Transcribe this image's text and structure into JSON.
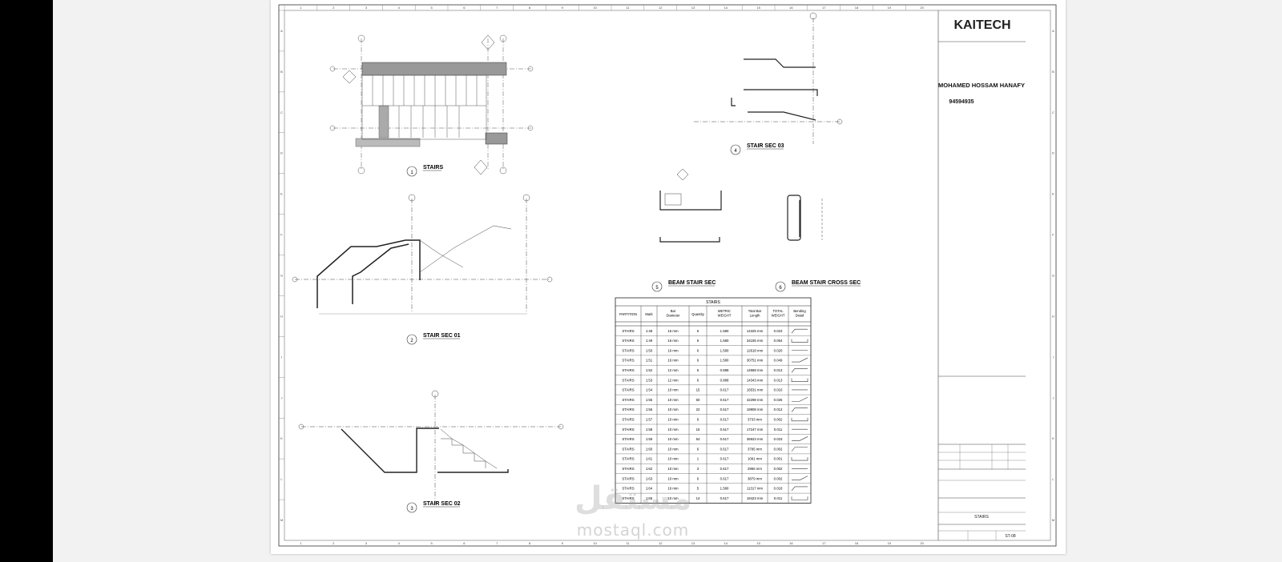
{
  "title_block": {
    "logo": "KAITECH",
    "author": "MOHAMED HOSSAM HANAFY",
    "id_number": "94594935",
    "sheet_name": "STAIRS",
    "sheet_number": "ST-08"
  },
  "views": [
    {
      "num": "1",
      "title": "STAIRS"
    },
    {
      "num": "2",
      "title": "STAIR SEC 01"
    },
    {
      "num": "3",
      "title": "STAIR SEC 02"
    },
    {
      "num": "4",
      "title": "STAIR SEC 03"
    },
    {
      "num": "5",
      "title": "BEAM STAIR SEC"
    },
    {
      "num": "6",
      "title": "BEAM STAIR CROSS SEC"
    }
  ],
  "schedule": {
    "title": "STAIRS",
    "headers": [
      "PARTITION",
      "Mark",
      "Bar Diameter",
      "Quantity",
      "METRIC WEIGHT",
      "Total Bar Length",
      "TOTAL WEIGHT",
      "Bending Detail"
    ],
    "rows": [
      [
        "STAIRS",
        "1:48",
        "16 mm",
        "6",
        "1.580",
        "14325 mm",
        "0.023"
      ],
      [
        "STAIRS",
        "1:49",
        "16 mm",
        "6",
        "1.580",
        "34155 mm",
        "0.054"
      ],
      [
        "STAIRS",
        "1:50",
        "16 mm",
        "6",
        "1.580",
        "12618 mm",
        "0.020"
      ],
      [
        "STAIRS",
        "1:51",
        "16 mm",
        "6",
        "1.580",
        "30751 mm",
        "0.049"
      ],
      [
        "STAIRS",
        "1:52",
        "12 mm",
        "6",
        "0.888",
        "14588 mm",
        "0.013"
      ],
      [
        "STAIRS",
        "1:53",
        "12 mm",
        "6",
        "0.888",
        "14343 mm",
        "0.013"
      ],
      [
        "STAIRS",
        "1:54",
        "10 mm",
        "15",
        "0.617",
        "16531 mm",
        "0.010"
      ],
      [
        "STAIRS",
        "1:55",
        "10 mm",
        "60",
        "0.617",
        "42298 mm",
        "0.026"
      ],
      [
        "STAIRS",
        "1:56",
        "10 mm",
        "22",
        "0.617",
        "19808 mm",
        "0.012"
      ],
      [
        "STAIRS",
        "1:57",
        "10 mm",
        "6",
        "0.617",
        "3733 mm",
        "0.002"
      ],
      [
        "STAIRS",
        "1:58",
        "10 mm",
        "16",
        "0.617",
        "17247 mm",
        "0.011"
      ],
      [
        "STAIRS",
        "1:59",
        "10 mm",
        "54",
        "0.617",
        "36923 mm",
        "0.023"
      ],
      [
        "STAIRS",
        "1:60",
        "10 mm",
        "6",
        "0.617",
        "3795 mm",
        "0.002"
      ],
      [
        "STAIRS",
        "1:61",
        "10 mm",
        "1",
        "0.617",
        "1091 mm",
        "0.001"
      ],
      [
        "STAIRS",
        "1:62",
        "10 mm",
        "3",
        "0.617",
        "2956 mm",
        "0.002"
      ],
      [
        "STAIRS",
        "1:63",
        "10 mm",
        "6",
        "0.617",
        "3879 mm",
        "0.002"
      ],
      [
        "STAIRS",
        "1:64",
        "16 mm",
        "5",
        "1.580",
        "11317 mm",
        "0.018"
      ],
      [
        "STAIRS",
        "1:65",
        "10 mm",
        "14",
        "0.617",
        "18423 mm",
        "0.011"
      ]
    ]
  },
  "grid": {
    "top": [
      "1",
      "2",
      "3",
      "4",
      "5",
      "6",
      "7",
      "8",
      "9",
      "10",
      "11",
      "12",
      "13",
      "14",
      "15",
      "16",
      "17",
      "18",
      "19",
      "20"
    ],
    "left": [
      "A",
      "B",
      "C",
      "D",
      "E",
      "F",
      "G",
      "H",
      "I",
      "J",
      "K",
      "L",
      "M"
    ]
  },
  "watermark": {
    "arabic": "مستقل",
    "latin": "mostaql.com"
  }
}
